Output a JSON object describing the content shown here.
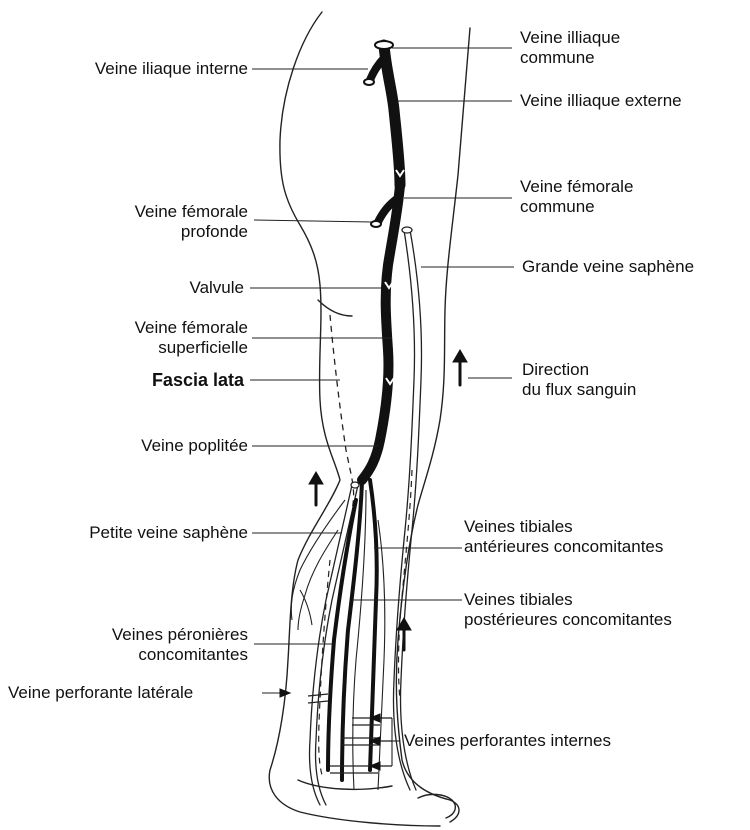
{
  "labels": {
    "veine_iliaque_interne": "Veine iliaque interne",
    "veine_illiaque_commune": [
      "Veine illiaque",
      "commune"
    ],
    "veine_illiaque_externe": "Veine illiaque externe",
    "veine_femorale_commune": [
      "Veine fémorale",
      "commune"
    ],
    "veine_femorale_profonde": [
      "Veine fémorale",
      "profonde"
    ],
    "grande_veine_saphene": "Grande veine saphène",
    "valvule": "Valvule",
    "veine_femorale_superficielle": [
      "Veine fémorale",
      "superficielle"
    ],
    "direction_flux": [
      "Direction",
      "du flux sanguin"
    ],
    "fascia_lata": "Fascia lata",
    "veine_poplitee": "Veine poplitée",
    "petite_veine_saphene": "Petite veine saphène",
    "veines_tibiales_anterieures": [
      "Veines tibiales",
      "antérieures concomitantes"
    ],
    "veines_tibiales_posterieures": [
      "Veines tibiales",
      "postérieures concomitantes"
    ],
    "veines_peronieres": [
      "Veines péronières",
      "concomitantes"
    ],
    "veine_perforante_laterale": "Veine perforante latérale",
    "veines_perforantes_internes": "Veines perforantes internes"
  },
  "colors": {
    "ink": "#111111",
    "vein": "#111111",
    "background": "#ffffff"
  }
}
